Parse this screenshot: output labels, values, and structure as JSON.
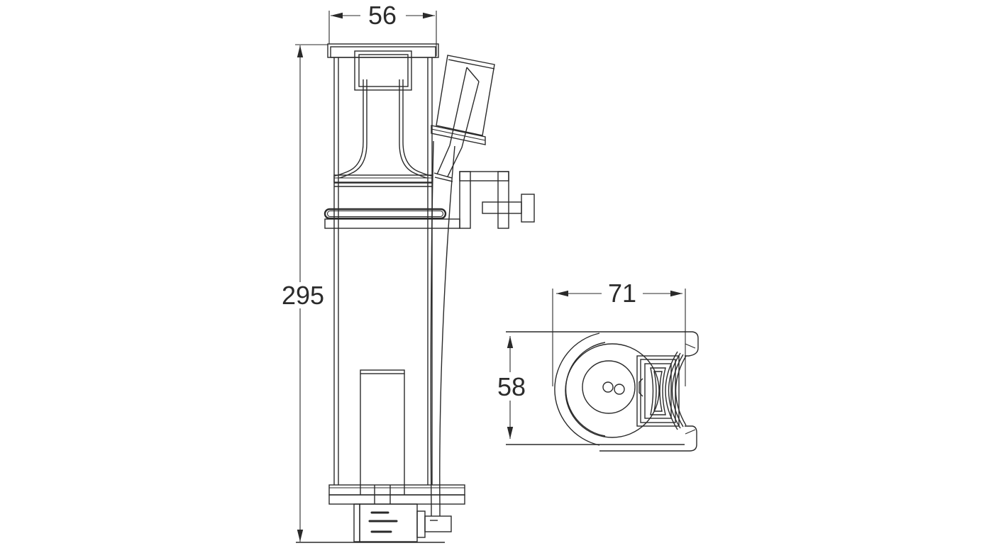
{
  "dimensions": {
    "front_width": "56",
    "front_height": "295",
    "top_width": "71",
    "top_depth": "58"
  },
  "colors": {
    "background": "#ffffff",
    "line": "#2a2a2a",
    "text": "#2b2b2b"
  }
}
